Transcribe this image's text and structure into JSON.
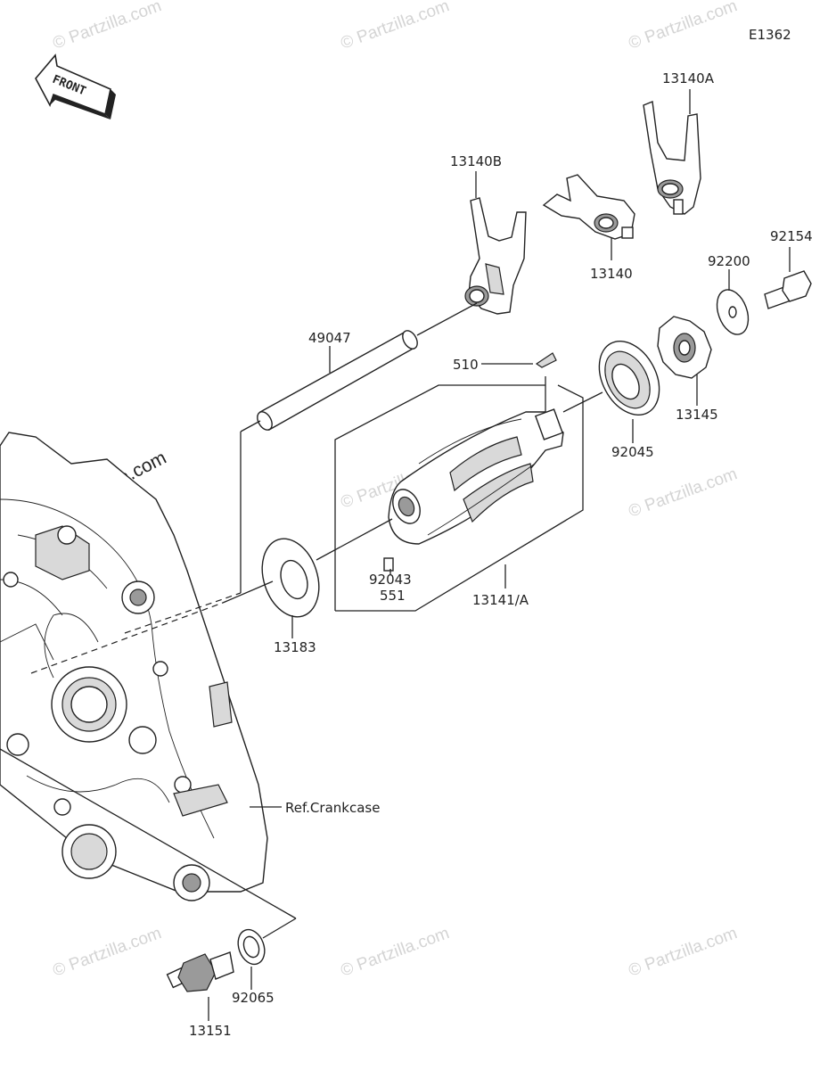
{
  "diagram": {
    "code": "E1362",
    "front_label": "FRONT",
    "reference_label": "Ref.Crankcase",
    "watermark": "© Partzilla.com",
    "parts": {
      "p13140A": "13140A",
      "p13140B": "13140B",
      "p13140": "13140",
      "p92154": "92154",
      "p92200": "92200",
      "p49047": "49047",
      "p510": "510",
      "p13145": "13145",
      "p92045": "92045",
      "p92043": "92043",
      "p551": "551",
      "p13141A": "13141/A",
      "p13183": "13183",
      "p13151": "13151",
      "p92065": "92065"
    }
  }
}
